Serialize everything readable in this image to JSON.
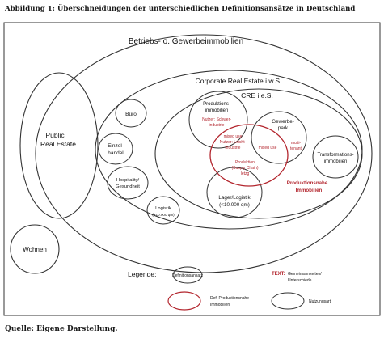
{
  "caption": "Abbildung 1: Überschneidungen der unterschiedlichen Definitionsansätze in Deutschland",
  "source": "Quelle: Eigene Darstellung.",
  "colors": {
    "line": "#333333",
    "red": "#b3262e"
  },
  "labels": {
    "betriebs": "Betriebs- o. Gewerbeimmobilien",
    "public1": "Public",
    "public2": "Real Estate",
    "wohnen": "Wohnen",
    "cre_iws": "Corporate Real Estate i.w.S.",
    "cre_ies": "CRE i.e.S.",
    "buero": "Büro",
    "einzel1": "Einzel-",
    "einzel2": "handel",
    "hosp1": "Hospitality/",
    "hosp2": "Gesundheit",
    "logs1": "Logistik",
    "logs2": "(>10.000 qm)",
    "prod1": "Produktions-",
    "prod2": "immobilien",
    "nutz_schwer1": "Nutzer: Schwer-",
    "nutz_schwer2": "industrie",
    "mixed_leicht1": "mixed use",
    "mixed_leicht2": "Nutzer: Leicht-",
    "mixed_leicht3": "industrie",
    "gewerbe1": "Gewerbe-",
    "gewerbe2": "park",
    "multi1": "multi-",
    "multi2": "tenant",
    "mixed_use": "mixed use",
    "prodsc1": "Produktion",
    "prodsc2": "(Supply Chain)",
    "prodsc3": "letzg",
    "trans1": "Transformations-",
    "trans2": "immobilien",
    "lager1": "Lager/Logistik",
    "lager2": "(<10.000 qm)",
    "prodnah1": "Produktionsnahe",
    "prodnah2": "Immobilien"
  },
  "legend": {
    "title": "Legende:",
    "definitionsansatz": "Definitionsansatz",
    "def_prod1": "Def. Produktionsnahe",
    "def_prod2": "Immobilien",
    "text_key": "TEXT:",
    "text_desc1": "Gemeinsamkeiten/",
    "text_desc2": "Unterschiede",
    "nutzungsart": "Nutzungsart"
  }
}
